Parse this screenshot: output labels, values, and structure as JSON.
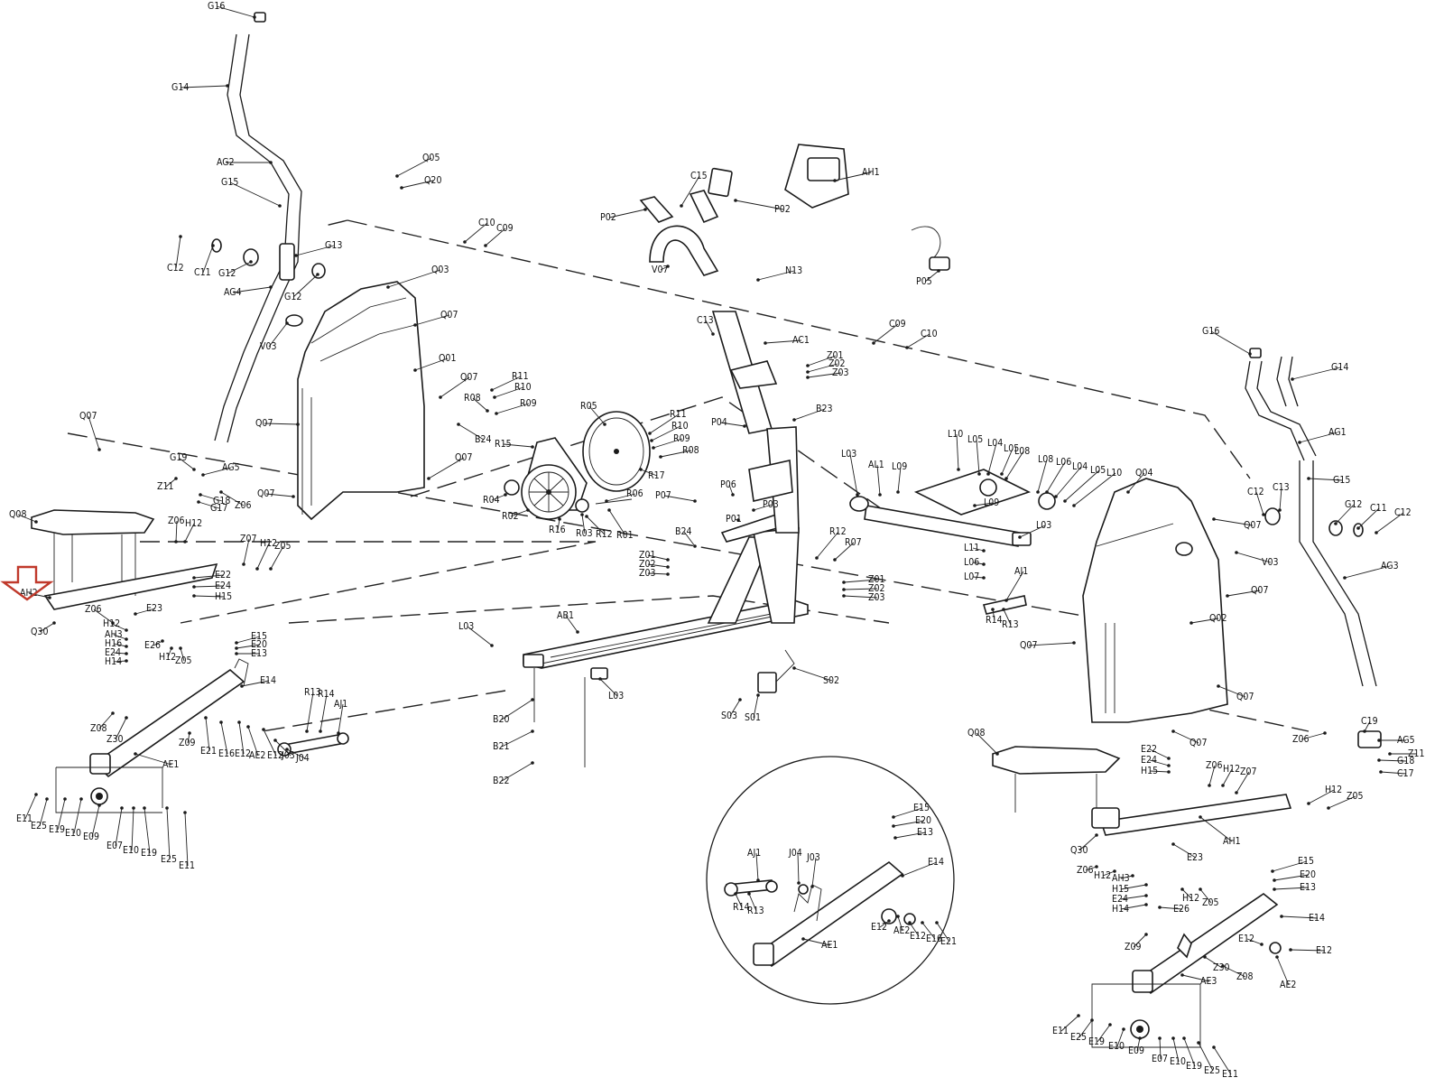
{
  "diagram": {
    "highlight_arrow_color": "#c0392b",
    "ink_color": "#1a1a1a",
    "labels": [
      {
        "id": "g16_a",
        "text": "G16"
      },
      {
        "id": "g14_a",
        "text": "G14"
      },
      {
        "id": "ag2",
        "text": "AG2"
      },
      {
        "id": "g15_a",
        "text": "G15"
      },
      {
        "id": "g13_a",
        "text": "G13"
      },
      {
        "id": "c12_a",
        "text": "C12"
      },
      {
        "id": "c11_a",
        "text": "C11"
      },
      {
        "id": "g12_a",
        "text": "G12"
      },
      {
        "id": "g12_b",
        "text": "G12"
      },
      {
        "id": "ag4",
        "text": "AG4"
      },
      {
        "id": "q05",
        "text": "Q05"
      },
      {
        "id": "q20",
        "text": "Q20"
      },
      {
        "id": "c10_a",
        "text": "C10"
      },
      {
        "id": "c09_a",
        "text": "C09"
      },
      {
        "id": "q03",
        "text": "Q03"
      },
      {
        "id": "q07_a",
        "text": "Q07"
      },
      {
        "id": "v03_a",
        "text": "V03"
      },
      {
        "id": "q01",
        "text": "Q01"
      },
      {
        "id": "q07_b",
        "text": "Q07"
      },
      {
        "id": "q07_c",
        "text": "Q07"
      },
      {
        "id": "q07_d",
        "text": "Q07"
      },
      {
        "id": "q07_e",
        "text": "Q07"
      },
      {
        "id": "q07_f",
        "text": "Q07"
      },
      {
        "id": "q08_a",
        "text": "Q08"
      },
      {
        "id": "g19_a",
        "text": "G19"
      },
      {
        "id": "ag5_a",
        "text": "AG5"
      },
      {
        "id": "z11_a",
        "text": "Z11"
      },
      {
        "id": "g18_a",
        "text": "G18"
      },
      {
        "id": "g17_a",
        "text": "G17"
      },
      {
        "id": "z06_a",
        "text": "Z06"
      },
      {
        "id": "z06_b",
        "text": "Z06"
      },
      {
        "id": "h12_a",
        "text": "H12"
      },
      {
        "id": "z07_a",
        "text": "Z07"
      },
      {
        "id": "h12_b",
        "text": "H12"
      },
      {
        "id": "z05_a",
        "text": "Z05"
      },
      {
        "id": "ah2",
        "text": "AH2"
      },
      {
        "id": "e22_a",
        "text": "E22"
      },
      {
        "id": "e24_a",
        "text": "E24"
      },
      {
        "id": "h15_a",
        "text": "H15"
      },
      {
        "id": "z06_c",
        "text": "Z06"
      },
      {
        "id": "e23_a",
        "text": "E23"
      },
      {
        "id": "q30_a",
        "text": "Q30"
      },
      {
        "id": "h12_c",
        "text": "H12"
      },
      {
        "id": "ah3_a",
        "text": "AH3"
      },
      {
        "id": "h16",
        "text": "H16"
      },
      {
        "id": "e24_b",
        "text": "E24"
      },
      {
        "id": "h14_a",
        "text": "H14"
      },
      {
        "id": "e26_a",
        "text": "E26"
      },
      {
        "id": "h12_d",
        "text": "H12"
      },
      {
        "id": "z05_b",
        "text": "Z05"
      },
      {
        "id": "e15_a",
        "text": "E15"
      },
      {
        "id": "e20_a",
        "text": "E20"
      },
      {
        "id": "e13_a",
        "text": "E13"
      },
      {
        "id": "e14_a",
        "text": "E14"
      },
      {
        "id": "z08_a",
        "text": "Z08"
      },
      {
        "id": "z30_a",
        "text": "Z30"
      },
      {
        "id": "z09_a",
        "text": "Z09"
      },
      {
        "id": "e21_a",
        "text": "E21"
      },
      {
        "id": "e16_a",
        "text": "E16"
      },
      {
        "id": "e12_a",
        "text": "E12"
      },
      {
        "id": "ae2_a",
        "text": "AE2"
      },
      {
        "id": "e12_b",
        "text": "E12"
      },
      {
        "id": "j03_a",
        "text": "J03"
      },
      {
        "id": "j04_a",
        "text": "J04"
      },
      {
        "id": "r13_a",
        "text": "R13"
      },
      {
        "id": "r14_a",
        "text": "R14"
      },
      {
        "id": "aj1_a",
        "text": "AJ1"
      },
      {
        "id": "ae1_a",
        "text": "AE1"
      },
      {
        "id": "e11_a",
        "text": "E11"
      },
      {
        "id": "e25_a",
        "text": "E25"
      },
      {
        "id": "e19_a",
        "text": "E19"
      },
      {
        "id": "e10_a",
        "text": "E10"
      },
      {
        "id": "e09_a",
        "text": "E09"
      },
      {
        "id": "e07_a",
        "text": "E07"
      },
      {
        "id": "e10_b",
        "text": "E10"
      },
      {
        "id": "e19_b",
        "text": "E19"
      },
      {
        "id": "e25_b",
        "text": "E25"
      },
      {
        "id": "e11_b",
        "text": "E11"
      },
      {
        "id": "r11_a",
        "text": "R11"
      },
      {
        "id": "r10_a",
        "text": "R10"
      },
      {
        "id": "r08_a",
        "text": "R08"
      },
      {
        "id": "r09_a",
        "text": "R09"
      },
      {
        "id": "b24_a",
        "text": "B24"
      },
      {
        "id": "r15",
        "text": "R15"
      },
      {
        "id": "r05",
        "text": "R05"
      },
      {
        "id": "r11_b",
        "text": "R11"
      },
      {
        "id": "r10_b",
        "text": "R10"
      },
      {
        "id": "r09_b",
        "text": "R09"
      },
      {
        "id": "r08_b",
        "text": "R08"
      },
      {
        "id": "r17",
        "text": "R17"
      },
      {
        "id": "r04",
        "text": "R04"
      },
      {
        "id": "r06",
        "text": "R06"
      },
      {
        "id": "r02",
        "text": "R02"
      },
      {
        "id": "r16",
        "text": "R16"
      },
      {
        "id": "r03",
        "text": "R03"
      },
      {
        "id": "r12_a",
        "text": "R12"
      },
      {
        "id": "r01",
        "text": "R01"
      },
      {
        "id": "p02_a",
        "text": "P02"
      },
      {
        "id": "c15",
        "text": "C15"
      },
      {
        "id": "p02_b",
        "text": "P02"
      },
      {
        "id": "v07",
        "text": "V07"
      },
      {
        "id": "n13",
        "text": "N13"
      },
      {
        "id": "c13_a",
        "text": "C13"
      },
      {
        "id": "ac1",
        "text": "AC1"
      },
      {
        "id": "z01_a",
        "text": "Z01"
      },
      {
        "id": "z02_a",
        "text": "Z02"
      },
      {
        "id": "z03_a",
        "text": "Z03"
      },
      {
        "id": "p04",
        "text": "P04"
      },
      {
        "id": "b23",
        "text": "B23"
      },
      {
        "id": "p06",
        "text": "P06"
      },
      {
        "id": "p07",
        "text": "P07"
      },
      {
        "id": "p03",
        "text": "P03"
      },
      {
        "id": "p01",
        "text": "P01"
      },
      {
        "id": "b24_b",
        "text": "B24"
      },
      {
        "id": "z01_b",
        "text": "Z01"
      },
      {
        "id": "z02_b",
        "text": "Z02"
      },
      {
        "id": "z03_b",
        "text": "Z03"
      },
      {
        "id": "r12_b",
        "text": "R12"
      },
      {
        "id": "r07",
        "text": "R07"
      },
      {
        "id": "z01_c",
        "text": "Z01"
      },
      {
        "id": "z02_c",
        "text": "Z02"
      },
      {
        "id": "z03_c",
        "text": "Z03"
      },
      {
        "id": "ab1",
        "text": "AB1"
      },
      {
        "id": "l03_a",
        "text": "L03"
      },
      {
        "id": "l03_b",
        "text": "L03"
      },
      {
        "id": "b20",
        "text": "B20"
      },
      {
        "id": "b21",
        "text": "B21"
      },
      {
        "id": "b22",
        "text": "B22"
      },
      {
        "id": "s02",
        "text": "S02"
      },
      {
        "id": "s03",
        "text": "S03"
      },
      {
        "id": "s01",
        "text": "S01"
      },
      {
        "id": "ah1_console",
        "text": "AH1"
      },
      {
        "id": "p05",
        "text": "P05"
      },
      {
        "id": "c09_b",
        "text": "C09"
      },
      {
        "id": "c10_b",
        "text": "C10"
      },
      {
        "id": "l03_c",
        "text": "L03"
      },
      {
        "id": "al1",
        "text": "AL1"
      },
      {
        "id": "l09_a",
        "text": "L09"
      },
      {
        "id": "l10_a",
        "text": "L10"
      },
      {
        "id": "l05_a",
        "text": "L05"
      },
      {
        "id": "l04_a",
        "text": "L04"
      },
      {
        "id": "l05_b",
        "text": "L05"
      },
      {
        "id": "l08_a",
        "text": "L08"
      },
      {
        "id": "l09_b",
        "text": "L09"
      },
      {
        "id": "l08_b",
        "text": "L08"
      },
      {
        "id": "l06_a",
        "text": "L06"
      },
      {
        "id": "l04_b",
        "text": "L04"
      },
      {
        "id": "l05_c",
        "text": "L05"
      },
      {
        "id": "l10_b",
        "text": "L10"
      },
      {
        "id": "l03_d",
        "text": "L03"
      },
      {
        "id": "l11",
        "text": "L11"
      },
      {
        "id": "l06_b",
        "text": "L06"
      },
      {
        "id": "l07",
        "text": "L07"
      },
      {
        "id": "aj1_b",
        "text": "AJ1"
      },
      {
        "id": "r14_b",
        "text": "R14"
      },
      {
        "id": "r13_b",
        "text": "R13"
      },
      {
        "id": "q04",
        "text": "Q04"
      },
      {
        "id": "q07_g",
        "text": "Q07"
      },
      {
        "id": "v03_b",
        "text": "V03"
      },
      {
        "id": "q07_h",
        "text": "Q07"
      },
      {
        "id": "q02",
        "text": "Q02"
      },
      {
        "id": "q07_i",
        "text": "Q07"
      },
      {
        "id": "q07_j",
        "text": "Q07"
      },
      {
        "id": "q07_k",
        "text": "Q07"
      },
      {
        "id": "g16_b",
        "text": "G16"
      },
      {
        "id": "g14_b",
        "text": "G14"
      },
      {
        "id": "ag1",
        "text": "AG1"
      },
      {
        "id": "g15_b",
        "text": "G15"
      },
      {
        "id": "c12_b",
        "text": "C12"
      },
      {
        "id": "c13_b",
        "text": "C13"
      },
      {
        "id": "g12_c",
        "text": "G12"
      },
      {
        "id": "c11_b",
        "text": "C11"
      },
      {
        "id": "c12_c",
        "text": "C12"
      },
      {
        "id": "ag3",
        "text": "AG3"
      },
      {
        "id": "c19",
        "text": "C19"
      },
      {
        "id": "z06_d",
        "text": "Z06"
      },
      {
        "id": "ag5_b",
        "text": "AG5"
      },
      {
        "id": "g18_b",
        "text": "G18"
      },
      {
        "id": "z11_b",
        "text": "Z11"
      },
      {
        "id": "c17",
        "text": "C17"
      },
      {
        "id": "q08_b",
        "text": "Q08"
      },
      {
        "id": "e22_b",
        "text": "E22"
      },
      {
        "id": "e24_c",
        "text": "E24"
      },
      {
        "id": "h15_b",
        "text": "H15"
      },
      {
        "id": "z06_e",
        "text": "Z06"
      },
      {
        "id": "h12_e",
        "text": "H12"
      },
      {
        "id": "z07_b",
        "text": "Z07"
      },
      {
        "id": "h12_f",
        "text": "H12"
      },
      {
        "id": "z05_c",
        "text": "Z05"
      },
      {
        "id": "ah1",
        "text": "AH1"
      },
      {
        "id": "q30_b",
        "text": "Q30"
      },
      {
        "id": "e23_b",
        "text": "E23"
      },
      {
        "id": "z06_f",
        "text": "Z06"
      },
      {
        "id": "h12_g",
        "text": "H12"
      },
      {
        "id": "ah3_b",
        "text": "AH3"
      },
      {
        "id": "h15_c",
        "text": "H15"
      },
      {
        "id": "e24_d",
        "text": "E24"
      },
      {
        "id": "h14_b",
        "text": "H14"
      },
      {
        "id": "e26_b",
        "text": "E26"
      },
      {
        "id": "h12_h",
        "text": "H12"
      },
      {
        "id": "z05_d",
        "text": "Z05"
      },
      {
        "id": "e15_b",
        "text": "E15"
      },
      {
        "id": "e20_b",
        "text": "E20"
      },
      {
        "id": "e13_b",
        "text": "E13"
      },
      {
        "id": "e14_b",
        "text": "E14"
      },
      {
        "id": "z09_b",
        "text": "Z09"
      },
      {
        "id": "e12_c",
        "text": "E12"
      },
      {
        "id": "e12_d",
        "text": "E12"
      },
      {
        "id": "z30_b",
        "text": "Z30"
      },
      {
        "id": "z08_b",
        "text": "Z08"
      },
      {
        "id": "ae3",
        "text": "AE3"
      },
      {
        "id": "ae2_b",
        "text": "AE2"
      },
      {
        "id": "e11_c",
        "text": "E11"
      },
      {
        "id": "e25_c",
        "text": "E25"
      },
      {
        "id": "e19_c",
        "text": "E19"
      },
      {
        "id": "e10_c",
        "text": "E10"
      },
      {
        "id": "e09_b",
        "text": "E09"
      },
      {
        "id": "e07_b",
        "text": "E07"
      },
      {
        "id": "e10_d",
        "text": "E10"
      },
      {
        "id": "e19_d",
        "text": "E19"
      },
      {
        "id": "e25_d",
        "text": "E25"
      },
      {
        "id": "e11_d",
        "text": "E11"
      },
      {
        "id": "e15_c",
        "text": "E15"
      },
      {
        "id": "e20_c",
        "text": "E20"
      },
      {
        "id": "e13_c",
        "text": "E13"
      },
      {
        "id": "aj1_c",
        "text": "AJ1"
      },
      {
        "id": "j04_b",
        "text": "J04"
      },
      {
        "id": "j03_b",
        "text": "J03"
      },
      {
        "id": "e14_c",
        "text": "E14"
      },
      {
        "id": "r14_c",
        "text": "R14"
      },
      {
        "id": "r13_c",
        "text": "R13"
      },
      {
        "id": "ae1_b",
        "text": "AE1"
      },
      {
        "id": "e12_e",
        "text": "E12"
      },
      {
        "id": "ae2_c",
        "text": "AE2"
      },
      {
        "id": "e12_f",
        "text": "E12"
      },
      {
        "id": "e16_b",
        "text": "E16"
      },
      {
        "id": "e21_b",
        "text": "E21"
      }
    ]
  }
}
